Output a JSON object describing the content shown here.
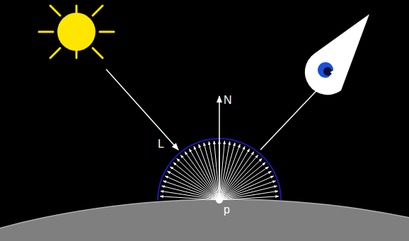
{
  "diagram": {
    "labels": [
      "N",
      "L",
      "p"
    ]
  }
}
